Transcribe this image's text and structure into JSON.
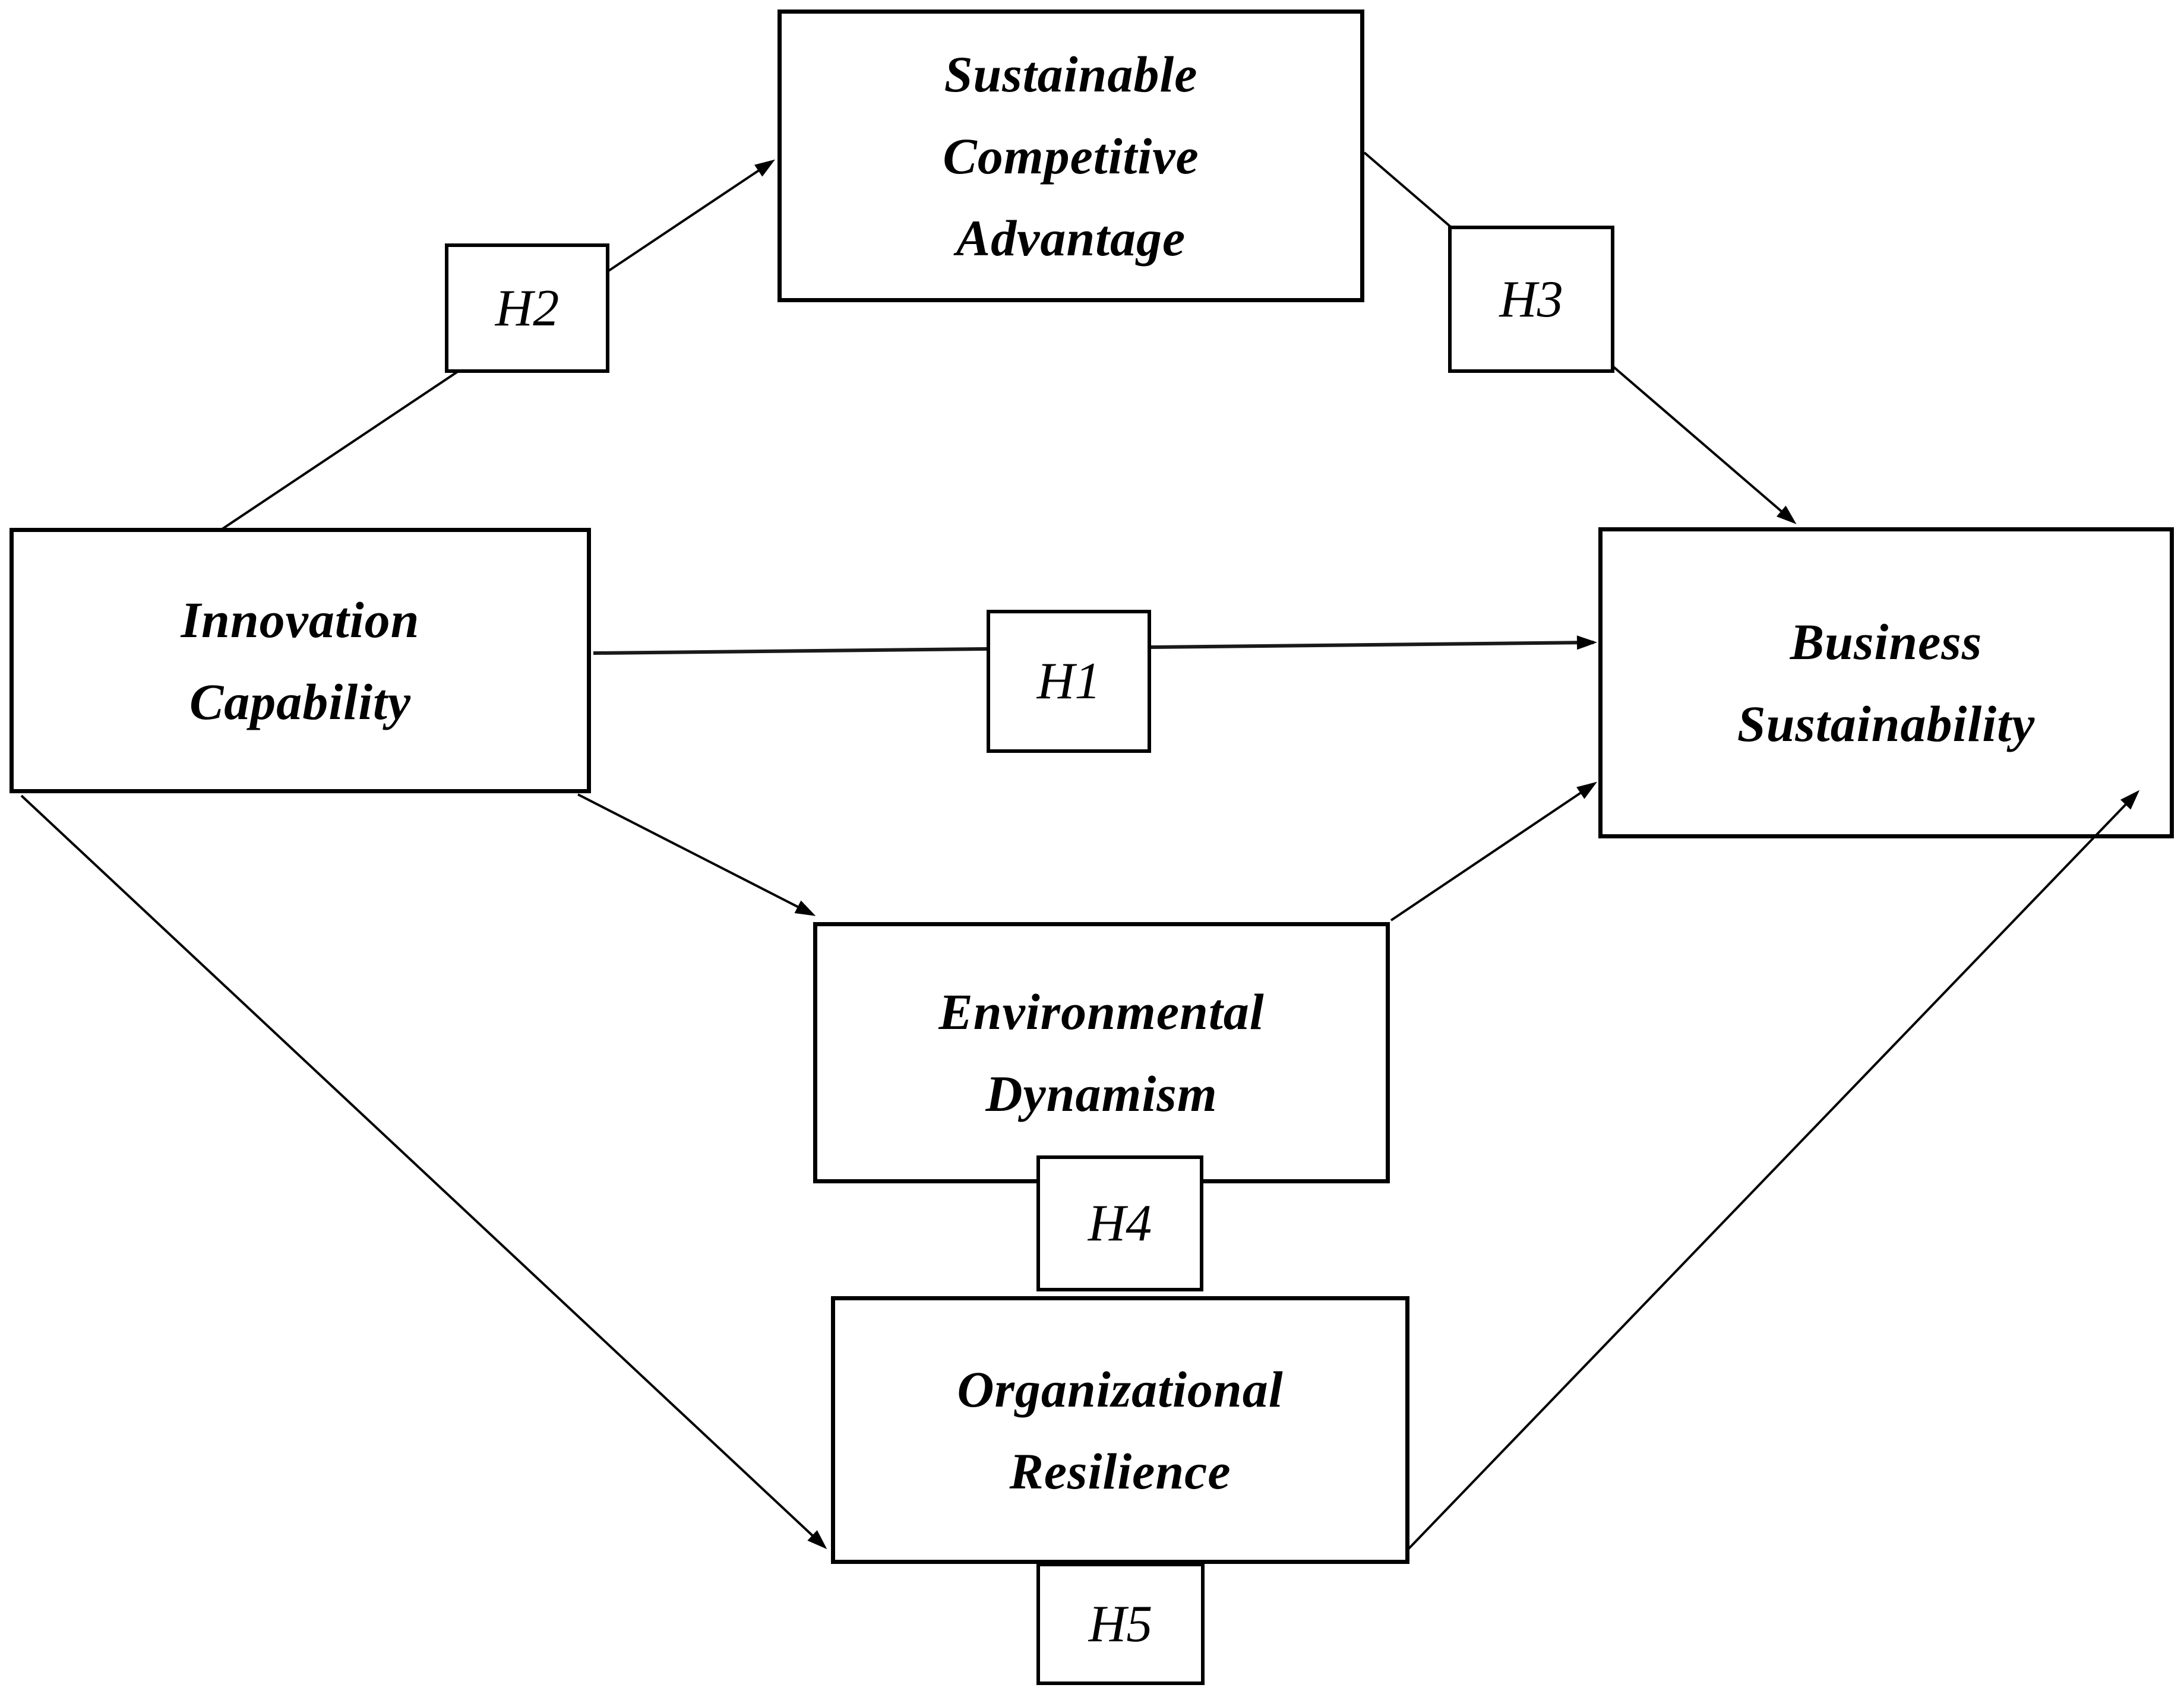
{
  "figure": {
    "background_color": "#ffffff",
    "line_color": "#000000",
    "text_color": "#000000"
  },
  "nodes": {
    "innovation_capability": {
      "line1": "Innovation",
      "line2": "Capability"
    },
    "sustainable_competitive_advantage": {
      "line1": "Sustainable",
      "line2": "Competitive",
      "line3": "Advantage"
    },
    "business_sustainability": {
      "line1": "Business",
      "line2": "Sustainability"
    },
    "environmental_dynamism": {
      "line1": "Environmental",
      "line2": "Dynamism"
    },
    "organizational_resilience": {
      "line1": "Organizational",
      "line2": "Resilience"
    }
  },
  "hypotheses": {
    "h1": "H1",
    "h2": "H2",
    "h3": "H3",
    "h4": "H4",
    "h5": "H5"
  },
  "edges": [
    {
      "from": "Innovation Capability",
      "to": "Business Sustainability",
      "label": "H1"
    },
    {
      "from": "Innovation Capability",
      "to": "Sustainable Competitive Advantage",
      "label": "H2"
    },
    {
      "from": "Sustainable Competitive Advantage",
      "to": "Business Sustainability",
      "label": "H3"
    },
    {
      "from": "Innovation Capability",
      "to": "Environmental Dynamism",
      "label": ""
    },
    {
      "from": "Environmental Dynamism",
      "to": "Business Sustainability",
      "label": "H4"
    },
    {
      "from": "Innovation Capability",
      "to": "Organizational Resilience",
      "label": ""
    },
    {
      "from": "Organizational Resilience",
      "to": "Business Sustainability",
      "label": "H5"
    }
  ]
}
